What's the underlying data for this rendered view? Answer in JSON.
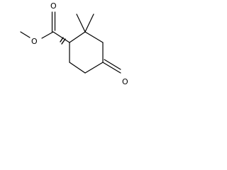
{
  "molecule": {
    "atoms": [
      {
        "id": "o_carbonyl_ester",
        "label": "O"
      },
      {
        "id": "o_ether_ester",
        "label": "O"
      },
      {
        "id": "o_ketone",
        "label": "O"
      }
    ],
    "ink_color": "#000000",
    "background_color": "#ffffff"
  }
}
